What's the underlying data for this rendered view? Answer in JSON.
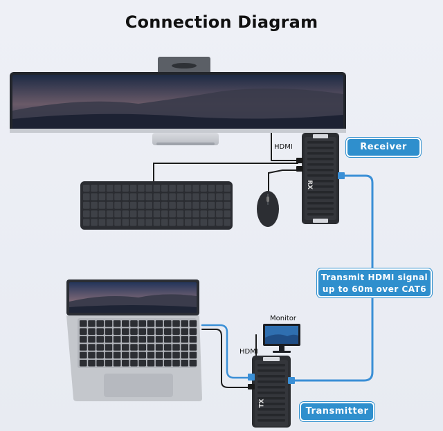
{
  "title": "Connection Diagram",
  "labels": {
    "receiver": "Receiver",
    "signal_line1": "Transmit HDMI signal",
    "signal_line2": "up to 60m over CAT6",
    "transmitter": "Transmitter",
    "hdmi_rx": "HDMI",
    "hdmi_tx": "HDMI",
    "monitor": "Monitor",
    "rx_mark": "RX",
    "tx_mark": "TX"
  },
  "colors": {
    "accent": "#2f8fcd",
    "cable_blue": "#3a8fd6",
    "device_dark": "#2b2d31"
  }
}
